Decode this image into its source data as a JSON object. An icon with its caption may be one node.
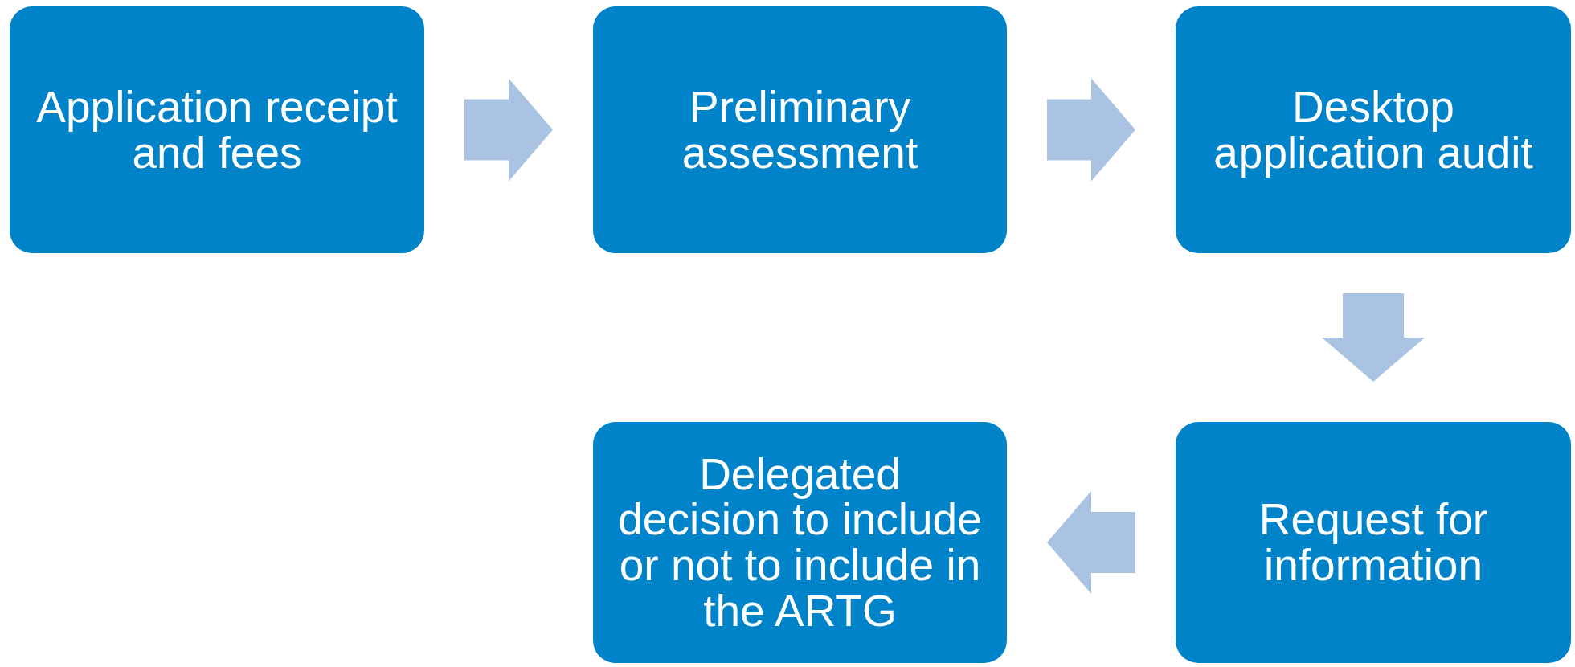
{
  "diagram": {
    "nodes": [
      {
        "text": [
          "Application receipt and fees"
        ]
      },
      {
        "text": [
          "Preliminary assessment"
        ]
      },
      {
        "text": [
          "Desktop application audit"
        ]
      },
      {
        "text": [
          "Request for information"
        ]
      },
      {
        "text": [
          "Delegated decision to include or not to include in the ARTG"
        ]
      }
    ],
    "edges": [
      {
        "from": 0,
        "to": 1,
        "arrow": "to"
      },
      {
        "from": 1,
        "to": 2,
        "arrow": "to"
      },
      {
        "from": 2,
        "to": 3,
        "arrow": "to"
      },
      {
        "from": 3,
        "to": 4,
        "arrow": "to"
      }
    ]
  }
}
